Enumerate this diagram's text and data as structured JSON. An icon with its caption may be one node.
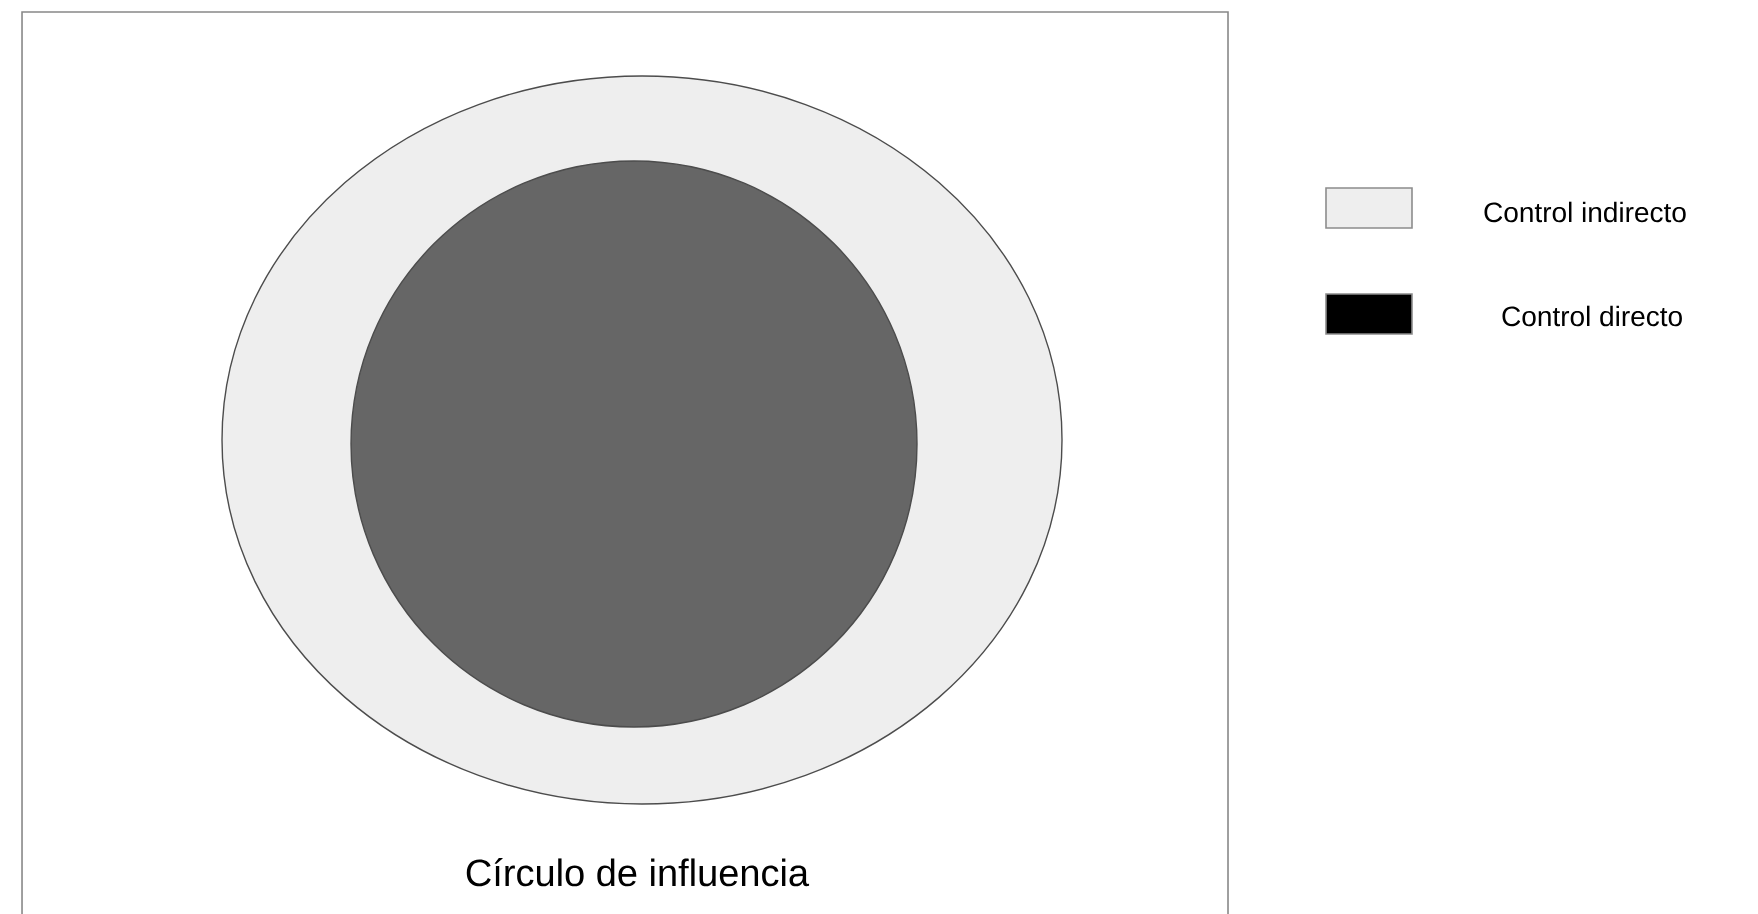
{
  "diagram": {
    "nodes": [
      {
        "text": [
          "Círculo de influencia"
        ]
      },
      {
        "text": [],
        "shape": "ellipse",
        "in": 0
      },
      {
        "text": [],
        "shape": "circle",
        "in": 1
      }
    ],
    "legend": [
      {
        "text": "Control indirecto",
        "color": "#eeeeee"
      },
      {
        "text": "Control directo",
        "color": "#000000"
      }
    ]
  }
}
